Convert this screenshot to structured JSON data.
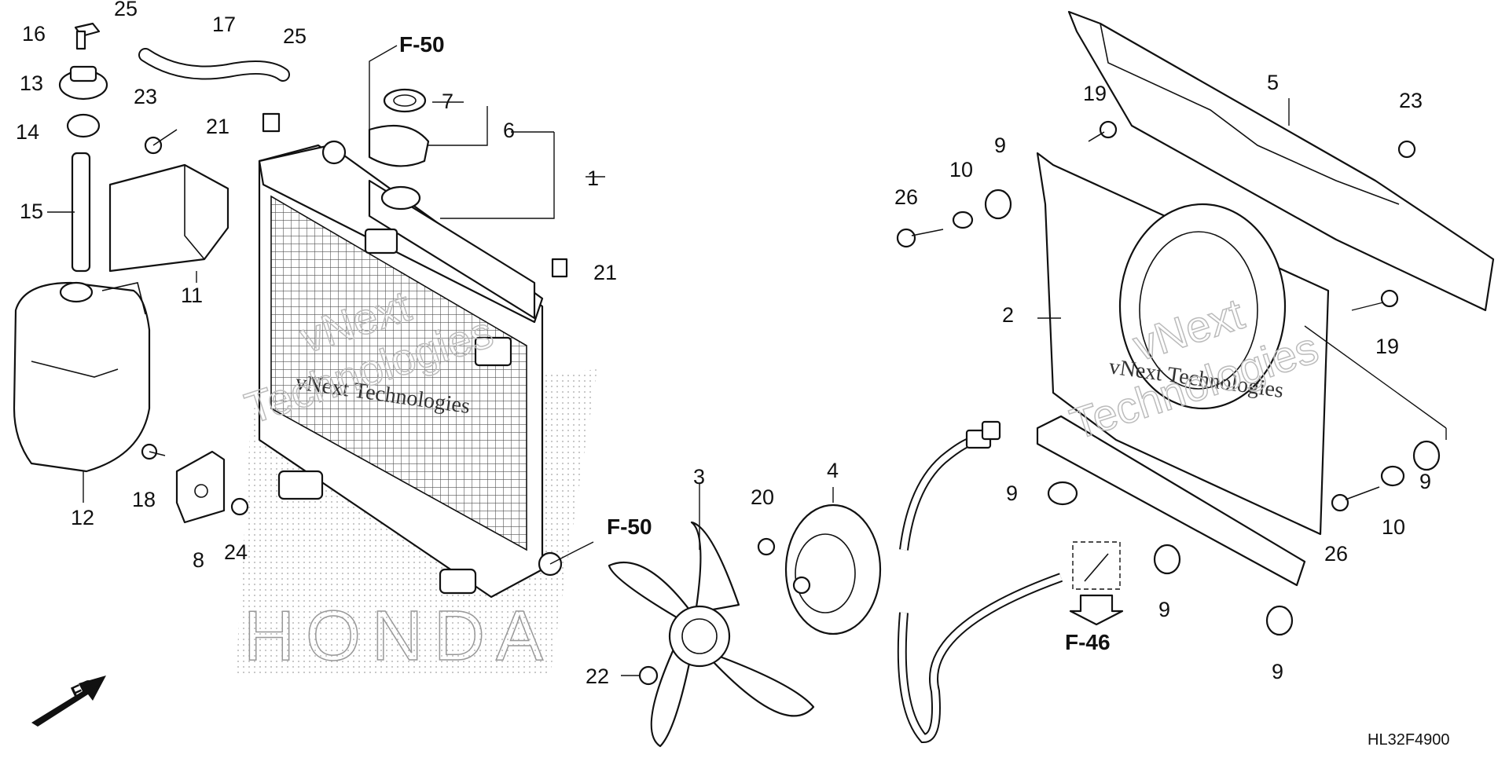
{
  "diagram": {
    "code": "HL32F4900",
    "watermark_text": "vNext Technologies",
    "watermark_large_1": "vNext",
    "watermark_large_2": "Technologies",
    "brand_watermark": "HONDA",
    "front_arrow_label": "FR.",
    "references": {
      "upper": "F-50",
      "lower": "F-50",
      "drain": "F-46"
    },
    "callouts": {
      "c1": "1",
      "c2": "2",
      "c3": "3",
      "c4": "4",
      "c5": "5",
      "c6": "6",
      "c7": "7",
      "c8": "8",
      "c9a": "9",
      "c9b": "9",
      "c9c": "9",
      "c9d": "9",
      "c9e": "9",
      "c10a": "10",
      "c10b": "10",
      "c11": "11",
      "c12": "12",
      "c13": "13",
      "c14": "14",
      "c15": "15",
      "c16": "16",
      "c17": "17",
      "c18": "18",
      "c19a": "19",
      "c19b": "19",
      "c20": "20",
      "c21a": "21",
      "c21b": "21",
      "c22": "22",
      "c23a": "23",
      "c23b": "23",
      "c24": "24",
      "c25a": "25",
      "c25b": "25",
      "c26a": "26",
      "c26b": "26"
    }
  }
}
